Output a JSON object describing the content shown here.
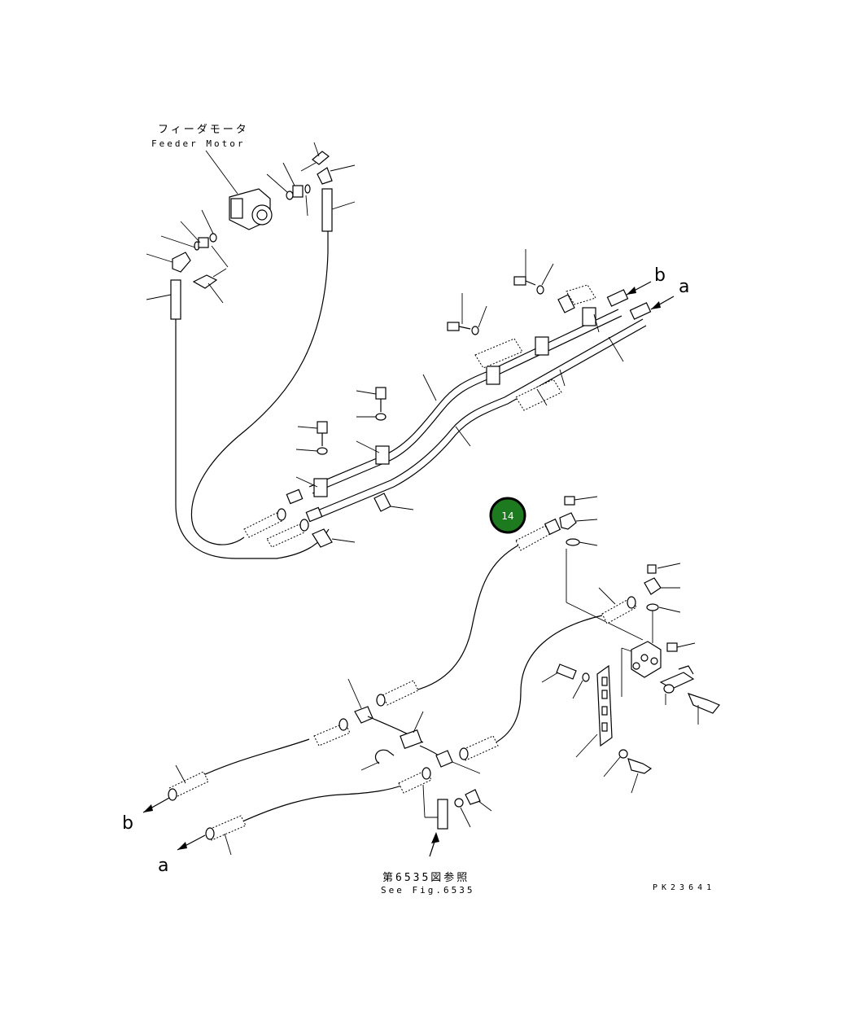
{
  "labels": {
    "feeder_motor_jp": "フィーダモータ",
    "feeder_motor_en": "Feeder Motor",
    "see_fig_jp": "第6535図参照",
    "see_fig_en": "See Fig.6535",
    "drawing_code": "PK23641"
  },
  "connectors": {
    "a_top": "a",
    "b_top": "b",
    "a_bottom": "a",
    "b_bottom": "b"
  },
  "callout": {
    "number": "14",
    "color": "#1e7a1e"
  }
}
